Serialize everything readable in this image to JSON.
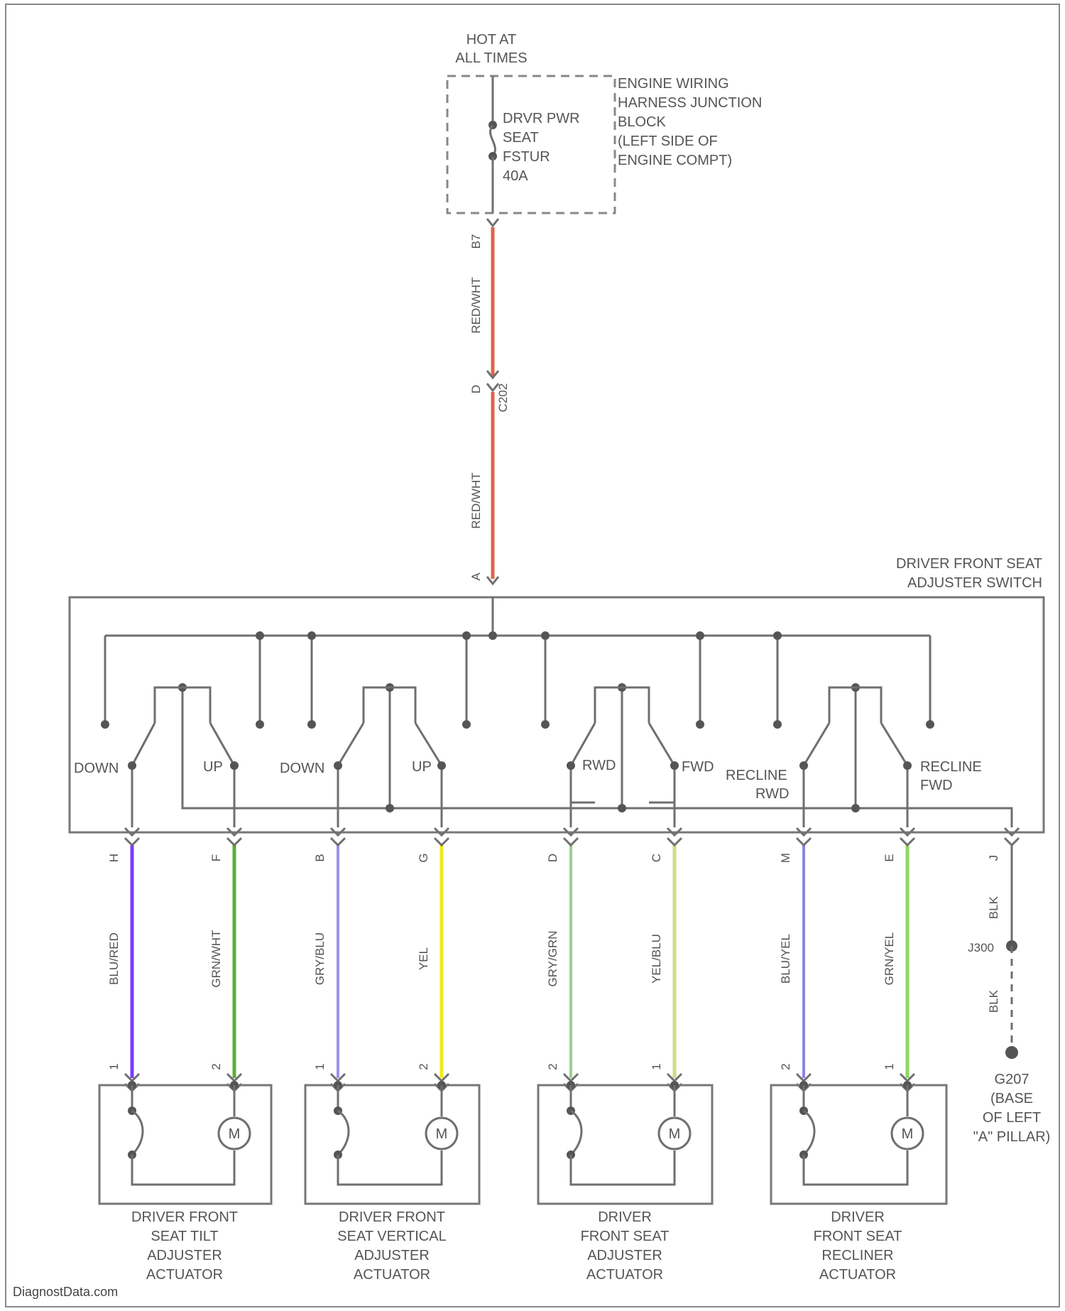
{
  "title_power": [
    "HOT AT",
    "ALL TIMES"
  ],
  "junction_block": {
    "label": [
      "ENGINE WIRING",
      "HARNESS JUNCTION",
      "BLOCK",
      "(LEFT SIDE OF",
      "ENGINE COMPT)"
    ],
    "fuse": [
      "DRVR PWR",
      "SEAT",
      "FSTUR",
      "40A"
    ]
  },
  "feed_wire": {
    "pins": [
      "B7",
      "D",
      "A"
    ],
    "connector": "C202",
    "colors": [
      "RED/WHT",
      "RED/WHT"
    ],
    "wire_color_hex": "#e0634a"
  },
  "switch": {
    "label": [
      "DRIVER FRONT SEAT",
      "ADJUSTER SWITCH"
    ],
    "positions": [
      [
        "DOWN"
      ],
      [
        "UP"
      ],
      [
        "DOWN"
      ],
      [
        "UP"
      ],
      [
        "RWD"
      ],
      [
        "FWD"
      ],
      [
        "RECLINE",
        "RWD"
      ],
      [
        "RECLINE",
        "FWD"
      ]
    ]
  },
  "output_wires": [
    {
      "pin": "H",
      "color": "BLU/RED",
      "hex": "#7a3cff",
      "actuator_pin": "1"
    },
    {
      "pin": "F",
      "color": "GRN/WHT",
      "hex": "#5cae3a",
      "actuator_pin": "2"
    },
    {
      "pin": "B",
      "color": "GRY/BLU",
      "hex": "#9a93ea",
      "actuator_pin": "1"
    },
    {
      "pin": "G",
      "color": "YEL",
      "hex": "#f2e81d",
      "actuator_pin": "2"
    },
    {
      "pin": "D",
      "color": "GRY/GRN",
      "hex": "#9ccf8e",
      "actuator_pin": "2"
    },
    {
      "pin": "C",
      "color": "YEL/BLU",
      "hex": "#cfdc82",
      "actuator_pin": "1"
    },
    {
      "pin": "M",
      "color": "BLU/YEL",
      "hex": "#8c86e6",
      "actuator_pin": "2"
    },
    {
      "pin": "E",
      "color": "GRN/YEL",
      "hex": "#8fd65e",
      "actuator_pin": "1"
    }
  ],
  "ground": {
    "pin": "J",
    "wire1": "BLK",
    "splice": "J300",
    "wire2": "BLK",
    "label": [
      "G207",
      "(BASE",
      "OF LEFT",
      "\"A\" PILLAR)"
    ]
  },
  "actuators": [
    {
      "label": [
        "DRIVER FRONT",
        "SEAT TILT",
        "ADJUSTER",
        "ACTUATOR"
      ],
      "motor": "M"
    },
    {
      "label": [
        "DRIVER FRONT",
        "SEAT VERTICAL",
        "ADJUSTER",
        "ACTUATOR"
      ],
      "motor": "M"
    },
    {
      "label": [
        "DRIVER",
        "FRONT SEAT",
        "ADJUSTER",
        "ACTUATOR"
      ],
      "motor": "M"
    },
    {
      "label": [
        "DRIVER",
        "FRONT SEAT",
        "RECLINER",
        "ACTUATOR"
      ],
      "motor": "M"
    }
  ],
  "credit": "DiagnostData.com"
}
